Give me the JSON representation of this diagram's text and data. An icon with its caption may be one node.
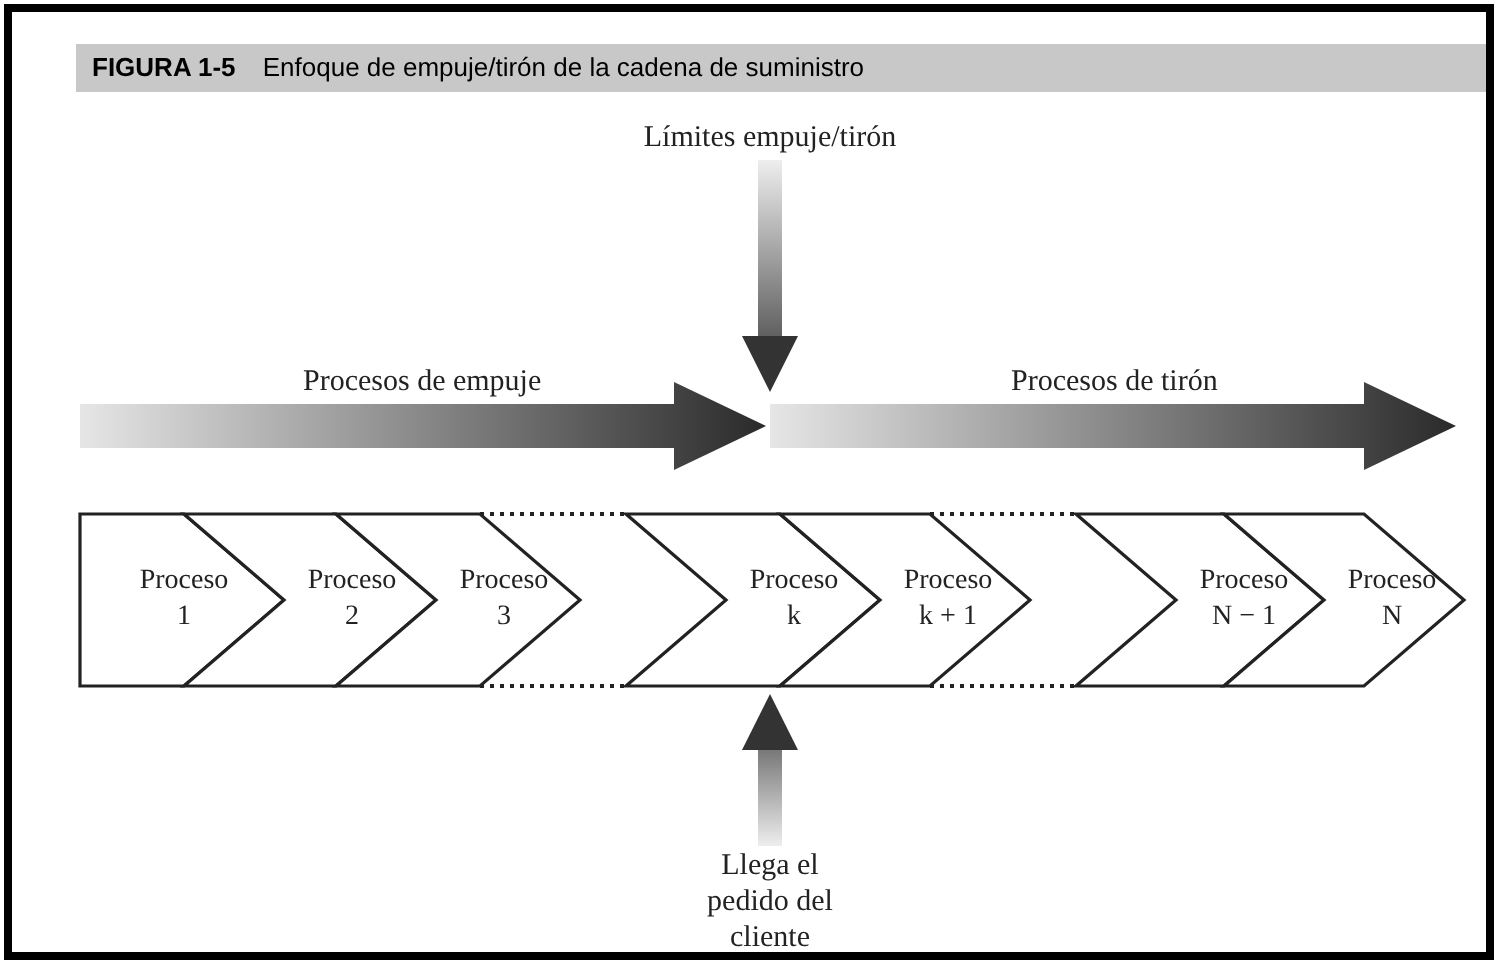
{
  "diagram": {
    "title": "**FIGURA 1-5** Enfoque de empuje/tirón de la cadena de suministro",
    "nodes": [
      {
        "text": [
          "Límites empuje/tirón"
        ]
      },
      {
        "text": [
          "Proceso 1"
        ]
      },
      {
        "text": [
          "Proceso 2"
        ]
      },
      {
        "text": [
          "Proceso 3"
        ]
      },
      {
        "text": [
          "Proceso k"
        ]
      },
      {
        "text": [
          "Proceso k + 1"
        ]
      },
      {
        "text": [
          "Proceso N − 1"
        ]
      },
      {
        "text": [
          "Proceso N"
        ]
      },
      {
        "text": [
          "Llega el pedido del cliente"
        ]
      }
    ],
    "edges": [
      {
        "from": 0,
        "to": null,
        "arrow": "to"
      },
      {
        "from": 8,
        "to": 5,
        "arrow": "to"
      }
    ],
    "labels": [
      "Procesos de empuje",
      "Procesos de tirón"
    ]
  }
}
